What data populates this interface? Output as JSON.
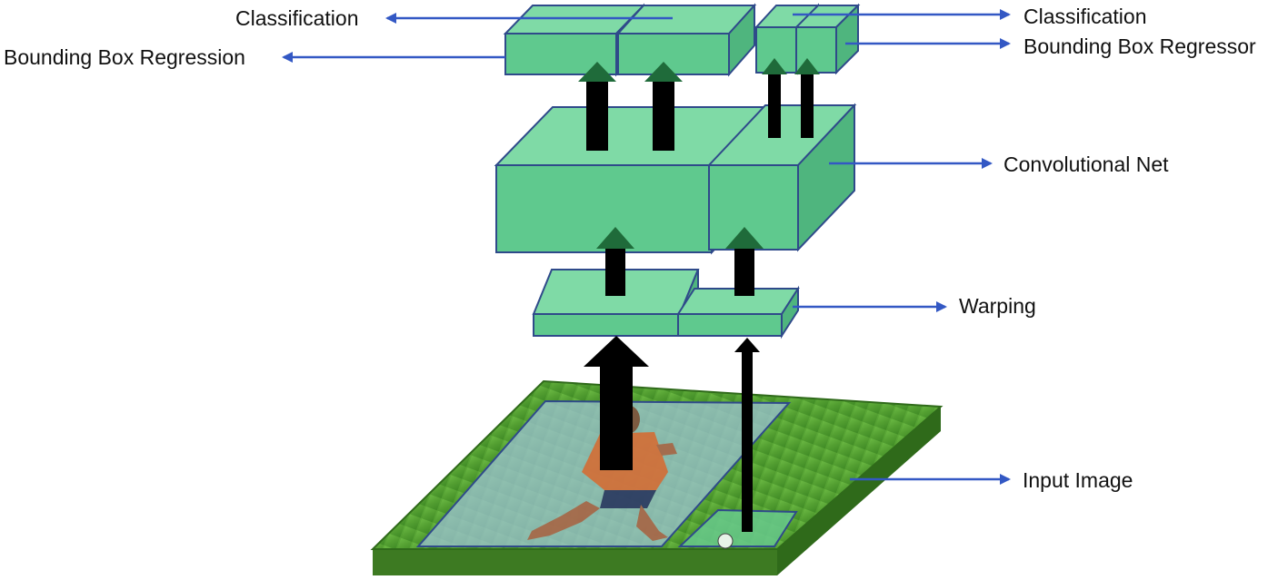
{
  "labels": {
    "left_classification": "Classification",
    "left_bbox_regression": "Bounding Box Regression",
    "right_classification": "Classification",
    "right_bbox_regressor": "Bounding Box Regressor",
    "conv_net": "Convolutional Net",
    "warping": "Warping",
    "input_image": "Input Image"
  },
  "colors": {
    "box_face": "#5fc98e",
    "box_side": "#4fb57e",
    "box_top": "#7fdaa6",
    "box_edge": "#2f4a8a",
    "arrow_blue": "#3358c4",
    "arrow_black": "#000000",
    "arrow_tip_green": "#1f6b3a",
    "grass": "#5aa83a",
    "grass_dark": "#3d7a22",
    "region_overlay": "#8fb7c9"
  }
}
